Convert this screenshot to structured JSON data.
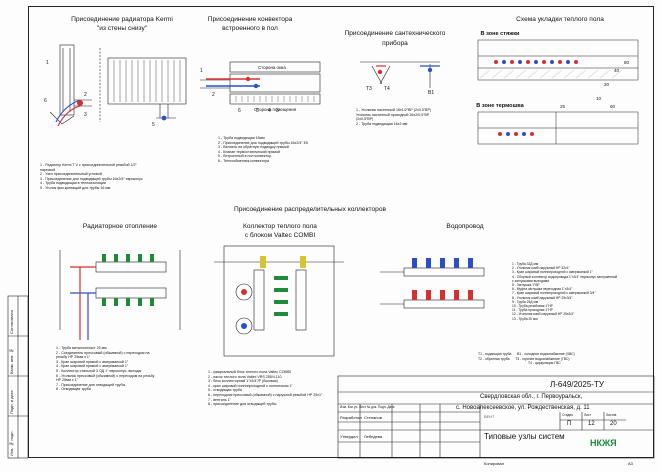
{
  "titles": {
    "radiator_kermi": "Присоединение радиатора Kermi",
    "radiator_kermi_sub": "\"из стены снизу\"",
    "convector": "Присоединение конвектора",
    "convector_sub": "встроенного в пол",
    "plumbing": "Присоединение сантехнического",
    "plumbing_sub": "прибора",
    "floor_scheme": "Схема укладки теплого пола",
    "main_zone": "В зоне стяжки",
    "thermo_zone": "В зоне термошва",
    "collectors": "Присоединение распределительных коллекторов",
    "radiator_heating": "Радиаторное отопление",
    "floor_collector": "Коллектор теплого пола",
    "floor_collector_sub": "с блоком Valtec COMBI",
    "water_supply": "Водопровод"
  },
  "labels": {
    "clean_side": "Сторона окна",
    "room_side": "Сторона помещения",
    "t3": "Т3",
    "t4": "Т4",
    "v1": "В1"
  },
  "dims": [
    "10",
    "20",
    "40",
    "80",
    "60",
    "25"
  ],
  "legend_kermi": [
    "1 - Радиатор Kermi T V с присоединительной резьбой 1/2\"",
    "    нарезкой",
    "2 - Узел присоединительный угловой",
    "3 - Присоединение для подводящей трубы 16х2/4\" евроконус",
    "4 - Труба подводящая в теплоизоляции",
    "5 - Уголок фик.крепящий для трубы 16 мм"
  ],
  "legend_convector": [
    "1 - Труба подводящая 16мм",
    "2 - Присоединение для подводящей трубы 16х2/4\" ЕК",
    "3 - Вентиль на обратную подводку прямой",
    "4 - Клапан термостатический прямой",
    "5 - Встроенный в пол конвектор",
    "6 - Теплообменник конвектора"
  ],
  "legend_plumbing": [
    "1 - Угольник настенный 16х1/2\"ВР (2х0.5\"ВР)",
    "    Угольник настенный проходной 16х2/0.5\"ВР",
    "    (2х0.5\"ВР)",
    "2 - Труба подводящая 16х2 мм"
  ],
  "legend_radiator": [
    "1 - Труба металлопласт 25 мм",
    "2 - Соединитель прессовый (обжимной) с переходом на",
    "    резьбу НР 25мм х 1\"",
    "3 - Кран шаровой прямой с американкой 1\"",
    "4 - Кран шаровой прямой с американкой 1\"",
    "5 - Коллектор стальной 3 ОД 1\" евроконус, выходы",
    "6 - Угольник прессовый (обжимной) с переходом на резьбу",
    "    НР 25мм х 1\"",
    "7 - Присоединение для отводящей трубы",
    "8 - Отводящая труба"
  ],
  "legend_floor": [
    "1 - (квартальный блок теплого пола Valtec COMBI",
    "2 - насос теплого пола Valtec VRS.255/4.110",
    "3 - блок коллекторный 1\"х3/4\"/Р (боковая)",
    "4 - кран шаровой полнопроходной с полнотоком 1\"",
    "5 - отводящая труба",
    "6 - переходник прессовый (обжимной) с наружной резьбой НР 25х1\"",
    "7 - вентиль 1\"",
    "8 - присоединение для отводящей трубы"
  ],
  "legend_water": [
    "1 - Труба 32Д мм",
    "2 - Угольник комб.наружный НР 32х1\"",
    "3 - Кран шаровый полнопроходной с американкой 1\"",
    "4 - Сборный коллектор водопровода 1\"х3/4\" евроконус заглушенный",
    "    с заглушками выходами",
    "5 - Заглушка 1\"ВР",
    "6 - Муфта заглушка переходная 1\"х3/4\"",
    "7 - Кран шаровый полнопроходной с американкой 3/4\"",
    "8 - Угольник комб.наружный НР 25х3/4\"",
    "9 - Труба 25Д мм",
    "10 - Труба резьбовая 1\"НР",
    "11 - Труба проходная 1\"НР",
    "12 - Угольник комб.наружный НР 25х3/4\"",
    "13 - Труба 20 мм"
  ],
  "water_keys": [
    [
      "Т1 - подающая труба",
      "В1 - холодное водоснабжение (ХВС)"
    ],
    [
      "Т2 - обратная труба",
      "Т3 - горячее водоснабжение (ГВС)"
    ],
    [
      "",
      "Т4 - циркуляция ГВС"
    ]
  ],
  "stamp": {
    "code": "Л-649/2025-ТУ",
    "address1": "Свердловская обл., г. Первоуральск,",
    "address2": "с. Новоалексеевское, ул. Рождественская, д. 11",
    "dev_role": "Разработал",
    "dev_name": "Степанов",
    "chk_role": "Утвердил",
    "chk_name": "Лебедева",
    "sheet_title": "Типовые узлы систем",
    "stage": "П",
    "sheet": "12",
    "sheets": "20",
    "brand": "НКЖЯ",
    "format": "А3",
    "copied": "Копировал",
    "cols": [
      "Изм.",
      "Кол.уч.",
      "Лист",
      "№ док.",
      "Подп.",
      "Дата"
    ],
    "stage_head": "Стадия",
    "sheet_head": "Лист",
    "sheets_head": "Листов",
    "tiny": "ВЕНТ"
  },
  "sidebar": [
    "Согласовано",
    "Взам. инв. №",
    "Подп. и дата",
    "Инв. № подл."
  ],
  "colors": {
    "red": "#d43030",
    "blue": "#2b4fc7",
    "green": "#1f8a3a",
    "yellow": "#d8c431",
    "dark": "#222222"
  }
}
